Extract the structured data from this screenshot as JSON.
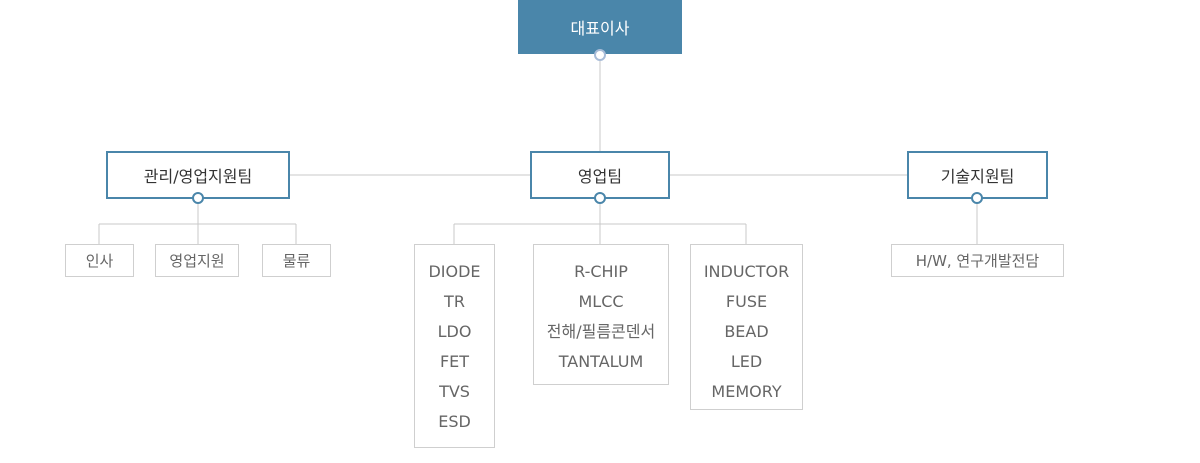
{
  "ceo": "대표이사",
  "teams": {
    "admin": {
      "label": "관리/영업지원팀",
      "subs": [
        "인사",
        "영업지원",
        "물류"
      ]
    },
    "sales": {
      "label": "영업팀",
      "groups": [
        [
          "DIODE",
          "TR",
          "LDO",
          "FET",
          "TVS",
          "ESD"
        ],
        [
          "R-CHIP",
          "MLCC",
          "전해/필름콘덴서",
          "TANTALUM"
        ],
        [
          "INDUCTOR",
          "FUSE",
          "BEAD",
          "LED",
          "MEMORY"
        ]
      ]
    },
    "tech": {
      "label": "기술지원팀",
      "subs": [
        "H/W, 연구개발전담"
      ]
    }
  },
  "colors": {
    "primary": "#4a86aa",
    "line": "#c8c8c8",
    "text": "#666666"
  }
}
